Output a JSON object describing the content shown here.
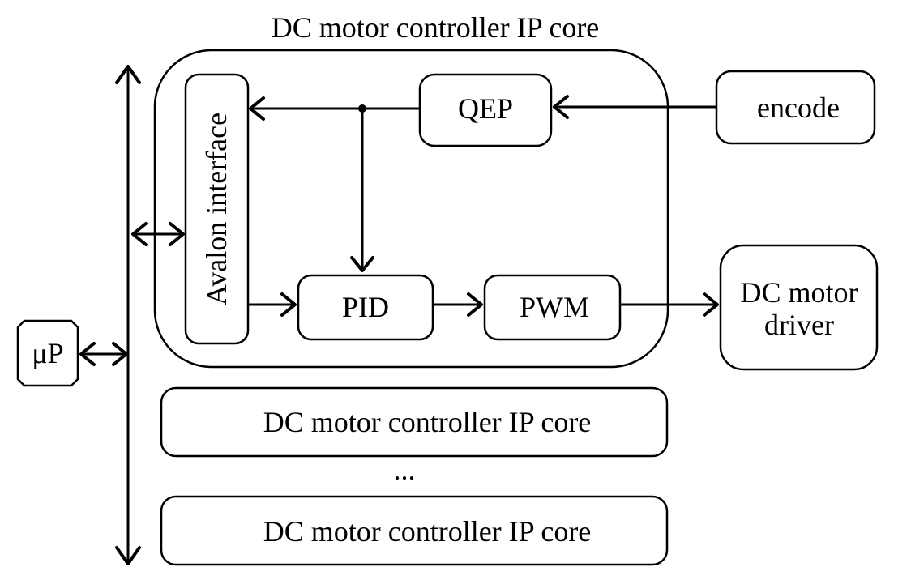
{
  "diagram": {
    "core_title": "DC motor controller IP core",
    "blocks": {
      "avalon": "Avalon interface",
      "qep": "QEP",
      "encode": "encode",
      "pid": "PID",
      "pwm": "PWM",
      "driver_line1": "DC motor",
      "driver_line2": "driver",
      "mcu": "μP"
    },
    "extra_cores": [
      "DC motor controller IP core",
      "DC motor controller IP core"
    ],
    "ellipsis": "..."
  }
}
